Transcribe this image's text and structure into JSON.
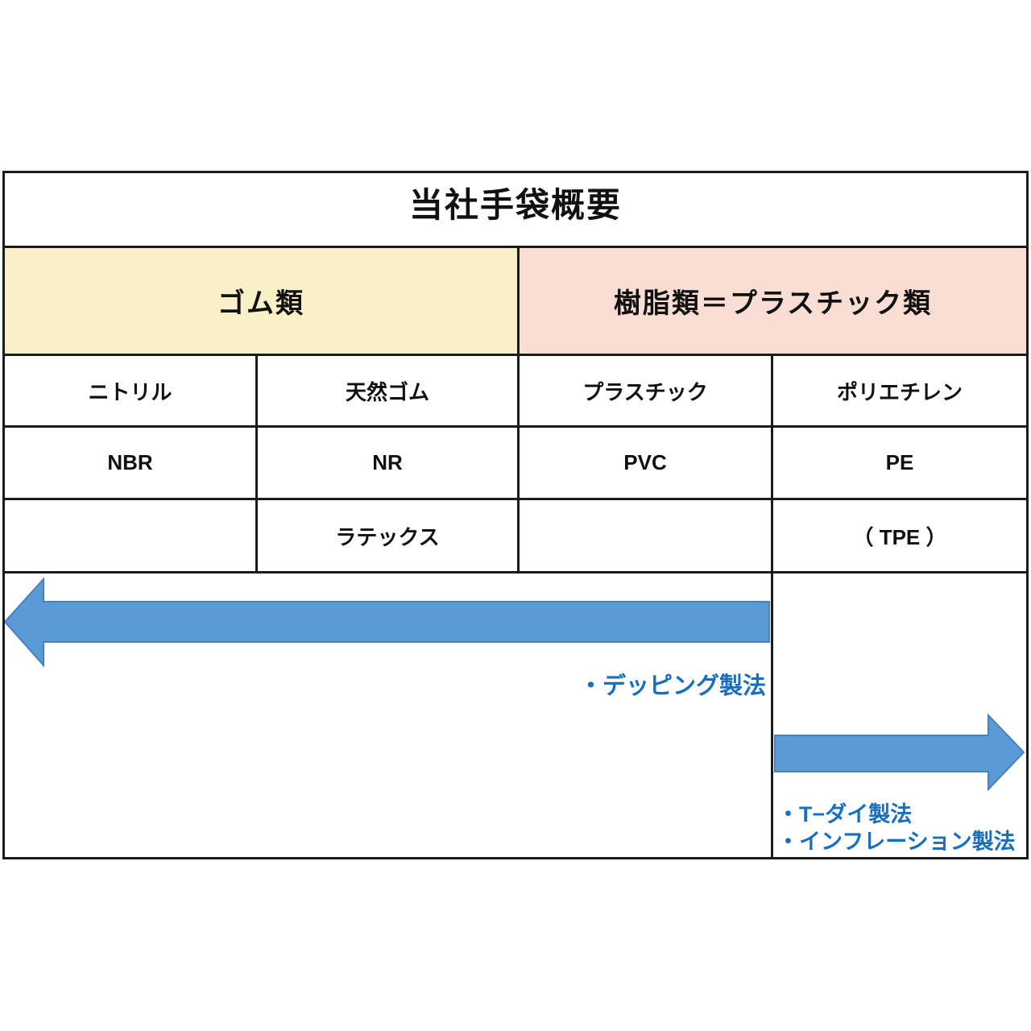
{
  "table": {
    "title": "当社手袋概要",
    "category_headers": [
      {
        "label": "ゴム類",
        "bg": "#FAF0C8"
      },
      {
        "label": "樹脂類＝プラスチック類",
        "bg": "#FADDD3"
      }
    ],
    "columns": [
      {
        "name": "ニトリル",
        "code": "NBR",
        "extra": ""
      },
      {
        "name": "天然ゴム",
        "code": "NR",
        "extra": "ラテックス"
      },
      {
        "name": "プラスチック",
        "code": "PVC",
        "extra": ""
      },
      {
        "name": "ポリエチレン",
        "code": "PE",
        "extra": "（ TPE ）"
      }
    ],
    "methods": {
      "dipping_label": "・デッピング製法",
      "extrusion_lines": [
        "・T−ダイ製法",
        "・インフレーション製法"
      ]
    }
  },
  "colors": {
    "arrow_fill": "#5B9BD5",
    "arrow_stroke": "#4A80BD",
    "method_text": "#176FC1",
    "rubber_header_bg": "#FAF0C8",
    "plastic_header_bg": "#FADDD3",
    "grid_line": "#1B1B1B"
  }
}
